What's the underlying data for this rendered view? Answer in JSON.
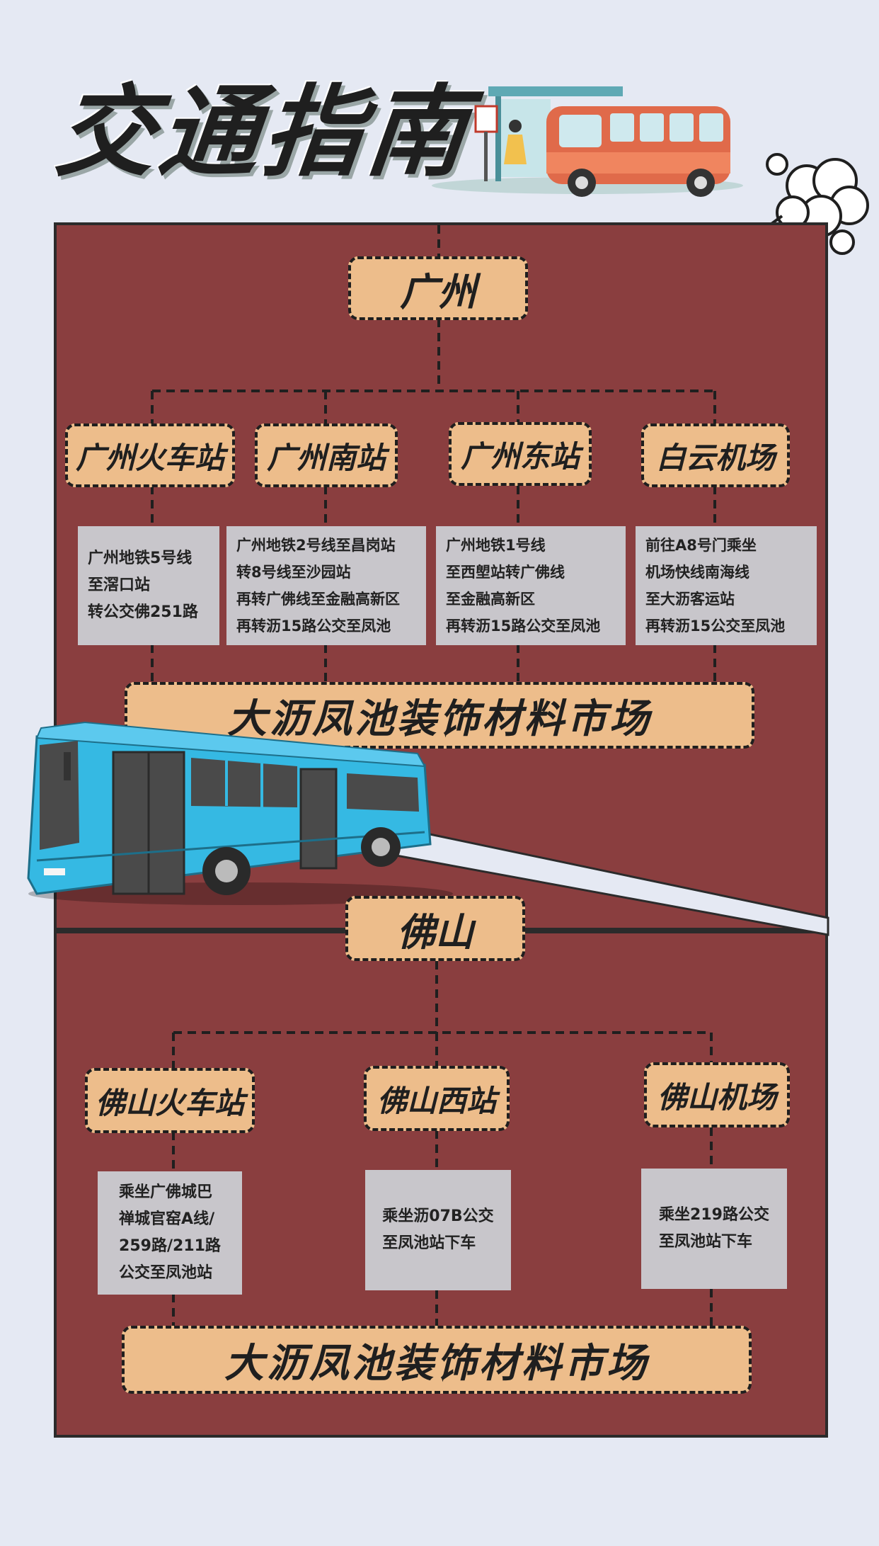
{
  "page": {
    "title": "交通指南"
  },
  "guangzhou": {
    "city": "广州",
    "stations": [
      {
        "name": "广州火车站",
        "lines": [
          "广州地铁5号线",
          "至滘口站",
          "转公交佛251路"
        ]
      },
      {
        "name": "广州南站",
        "lines": [
          "广州地铁2号线至昌岗站",
          "转8号线至沙园站",
          "再转广佛线至金融高新区",
          "再转沥15路公交至凤池"
        ]
      },
      {
        "name": "广州东站",
        "lines": [
          "广州地铁1号线",
          "至西塱站转广佛线",
          "至金融高新区",
          "再转沥15路公交至凤池"
        ]
      },
      {
        "name": "白云机场",
        "lines": [
          "前往A8号门乘坐",
          "机场快线南海线",
          "至大沥客运站",
          "再转沥15公交至凤池"
        ]
      }
    ],
    "destination": "大沥凤池装饰材料市场"
  },
  "foshan": {
    "city": "佛山",
    "stations": [
      {
        "name": "佛山火车站",
        "lines": [
          "乘坐广佛城巴",
          "禅城官窑A线/",
          "259路/211路",
          "公交至凤池站"
        ]
      },
      {
        "name": "佛山西站",
        "lines": [
          "乘坐沥07B公交",
          "至凤池站下车"
        ]
      },
      {
        "name": "佛山机场",
        "lines": [
          "乘坐219路公交",
          "至凤池站下车"
        ]
      }
    ],
    "destination": "大沥凤池装饰材料市场"
  },
  "colors": {
    "background": "#e5e9f3",
    "panel": "#8a3e3f",
    "tag": "#edbd8b",
    "info_box": "#c8c6cb",
    "bus_body": "#35b9e3",
    "small_bus": "#e06a4a"
  },
  "icons": [
    "bus-stop-illustration",
    "city-bus-illustration",
    "cloud-puff-icon"
  ]
}
